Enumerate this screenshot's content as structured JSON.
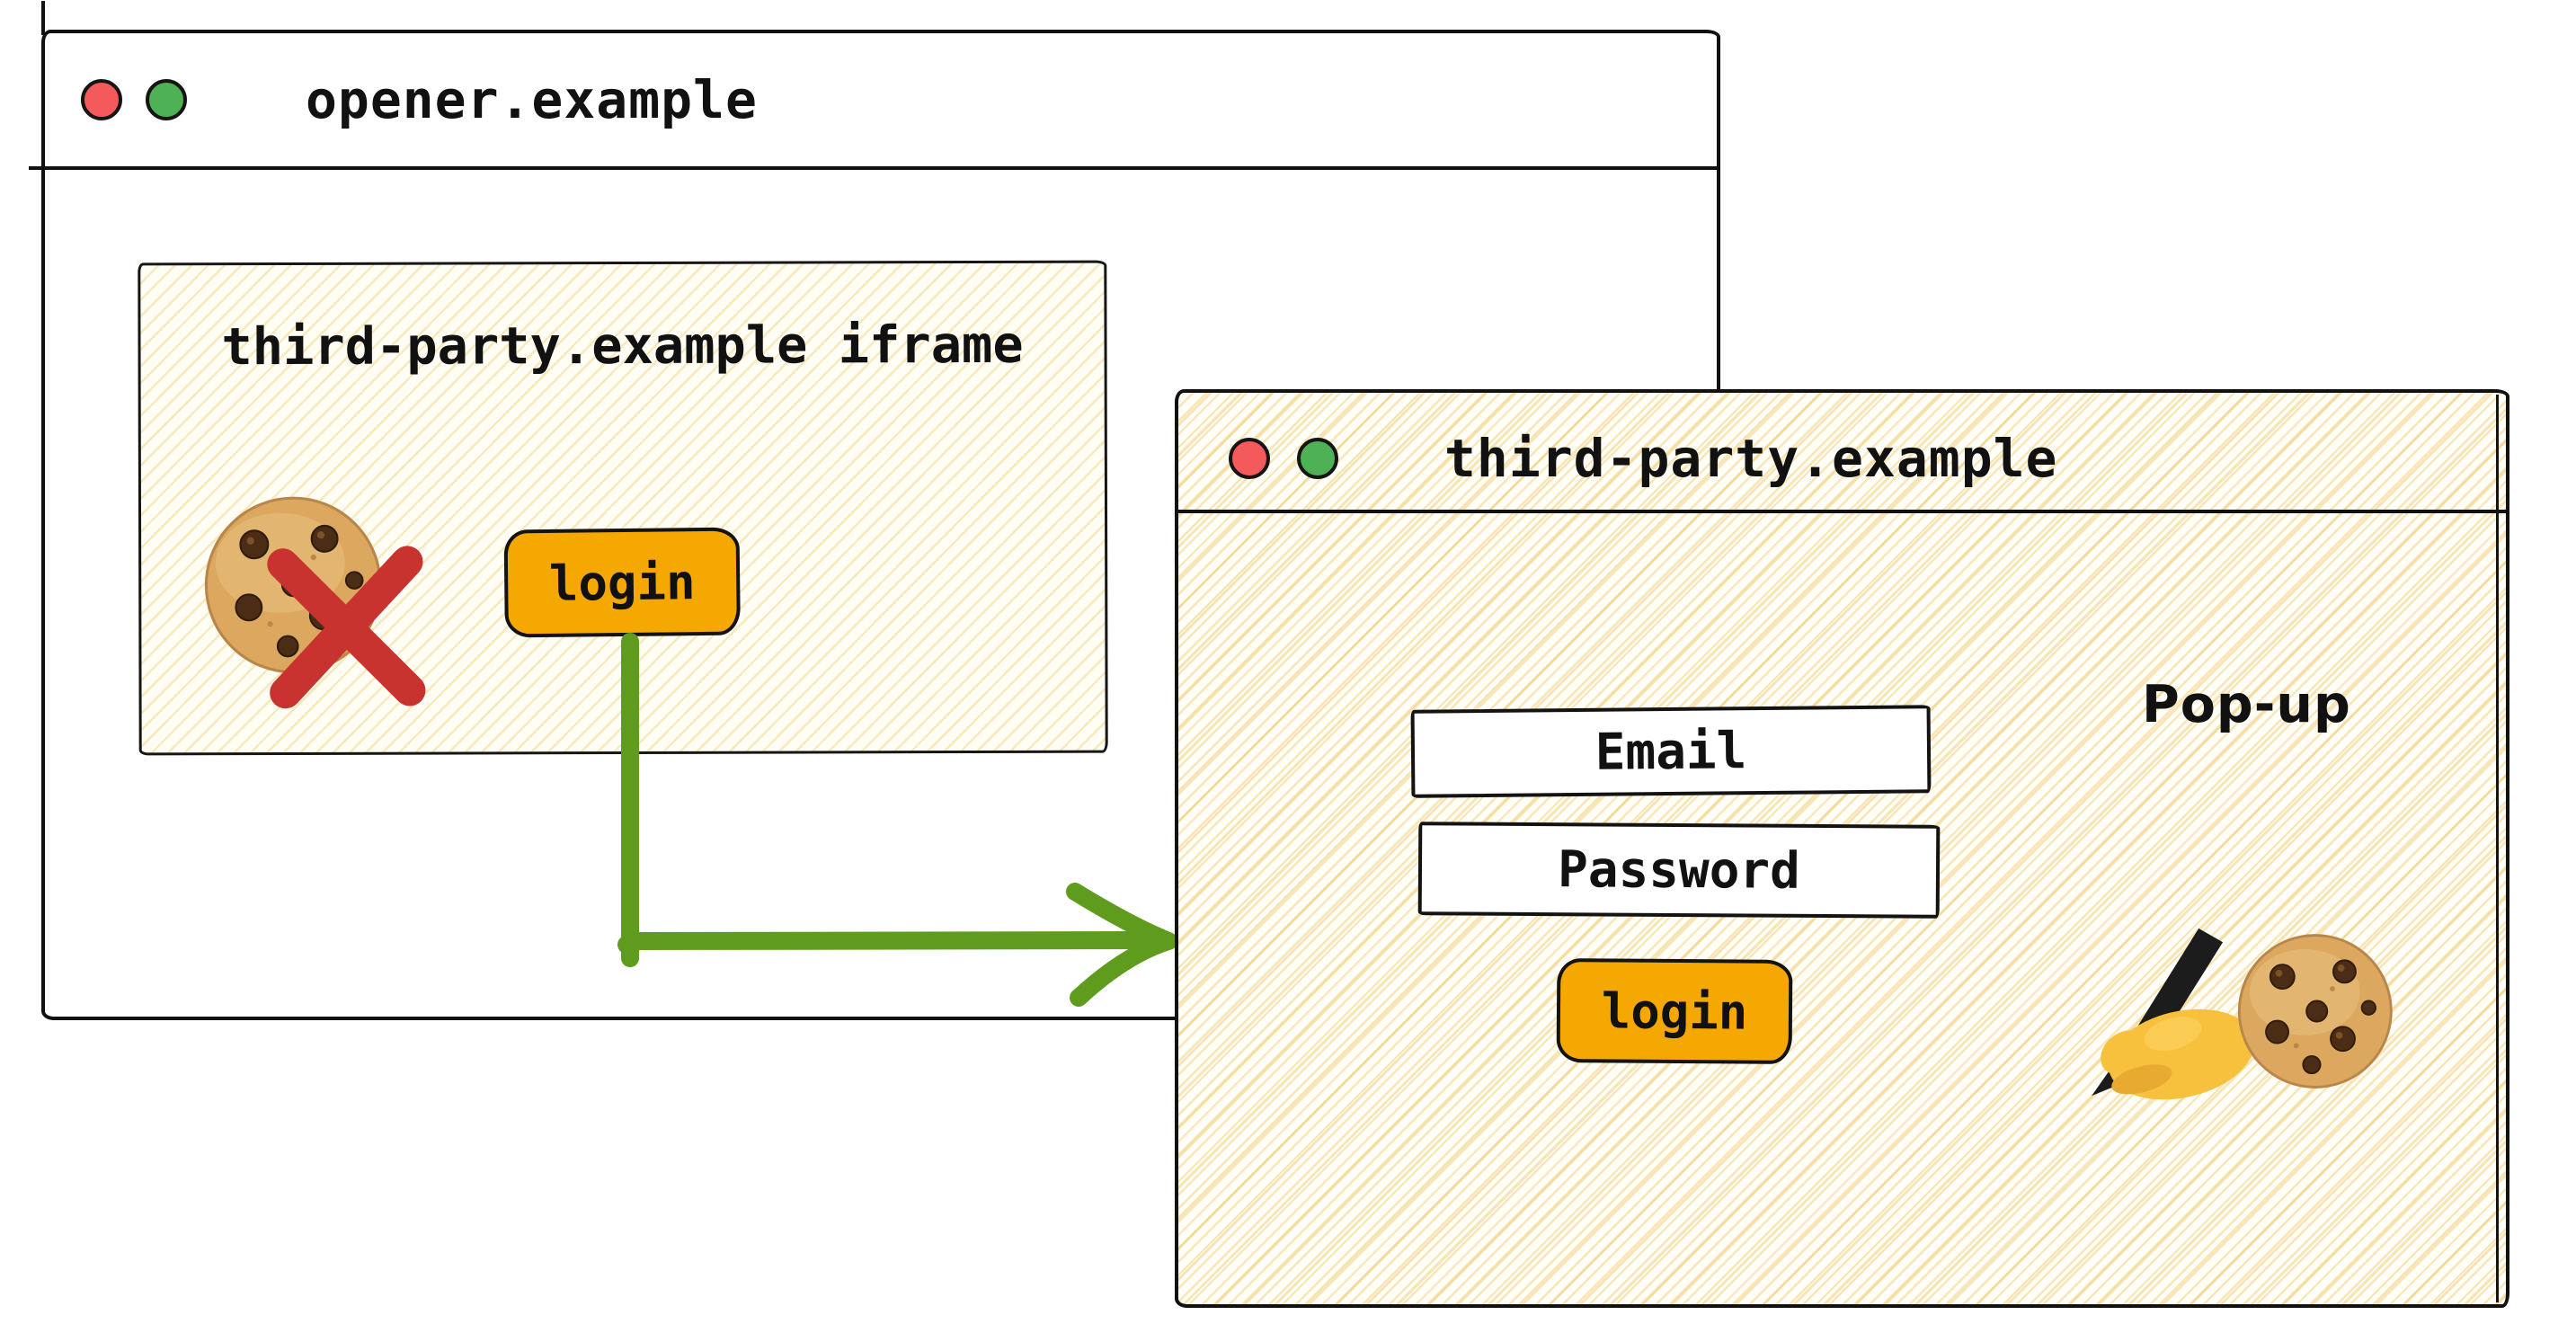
{
  "opener_window": {
    "title": "opener.example",
    "traffic_lights": {
      "close": "red-dot",
      "secondary": "green-dot"
    },
    "iframe": {
      "heading": "third-party.example iframe",
      "cookie_icon": "cookie-emoji",
      "blocked_icon": "red-cross",
      "login_button_label": "login"
    }
  },
  "popup_window": {
    "title": "third-party.example",
    "corner_label": "Pop-up",
    "email_field_label": "Email",
    "password_field_label": "Password",
    "login_button_label": "login",
    "writing_hand_icon": "writing-hand-emoji",
    "cookie_icon": "cookie-emoji"
  },
  "arrow": {
    "from": "iframe-login-button",
    "to": "popup-window",
    "color": "#5F9C1D"
  },
  "colors": {
    "button_orange": "#F5A802",
    "blocked_x_red": "#C8322F",
    "arrow_green": "#5F9C1D",
    "traffic_red": "#F4595B",
    "traffic_green": "#4FB155",
    "hatch_gold": "#F3CE74",
    "ink": "#111111"
  }
}
